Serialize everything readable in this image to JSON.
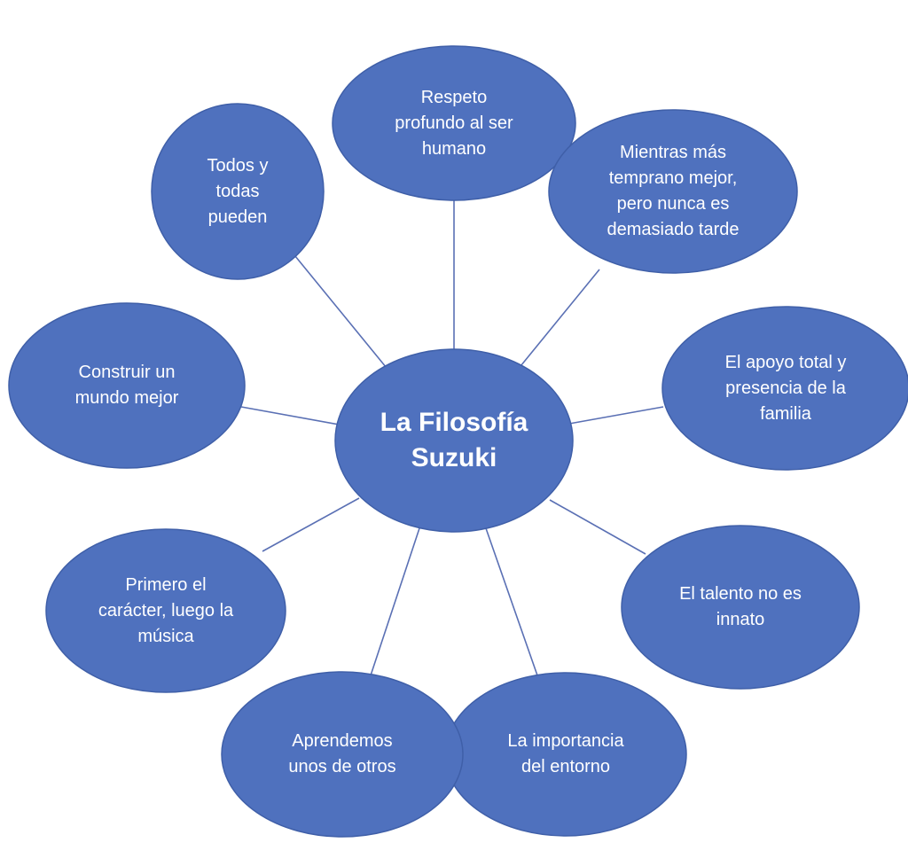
{
  "center": "La Filosofía\nSuzuki",
  "nodes": [
    "Respeto\nprofundo al ser\nhumano",
    "Mientras más\ntemprano mejor,\npero nunca es\ndemasiado tarde",
    "El apoyo total y\npresencia de la\nfamilia",
    "El talento no es\ninnato",
    "La importancia\ndel entorno",
    "Aprendemos\nunos de otros",
    "Primero el\ncarácter, luego la\nmúsica",
    "Construir un\nmundo mejor",
    "Todos y\ntodas\npueden"
  ],
  "colors": {
    "node_fill": "#4f71be",
    "node_outline": "#3f5fa8",
    "connector": "#5a70b4",
    "text": "#ffffff"
  }
}
